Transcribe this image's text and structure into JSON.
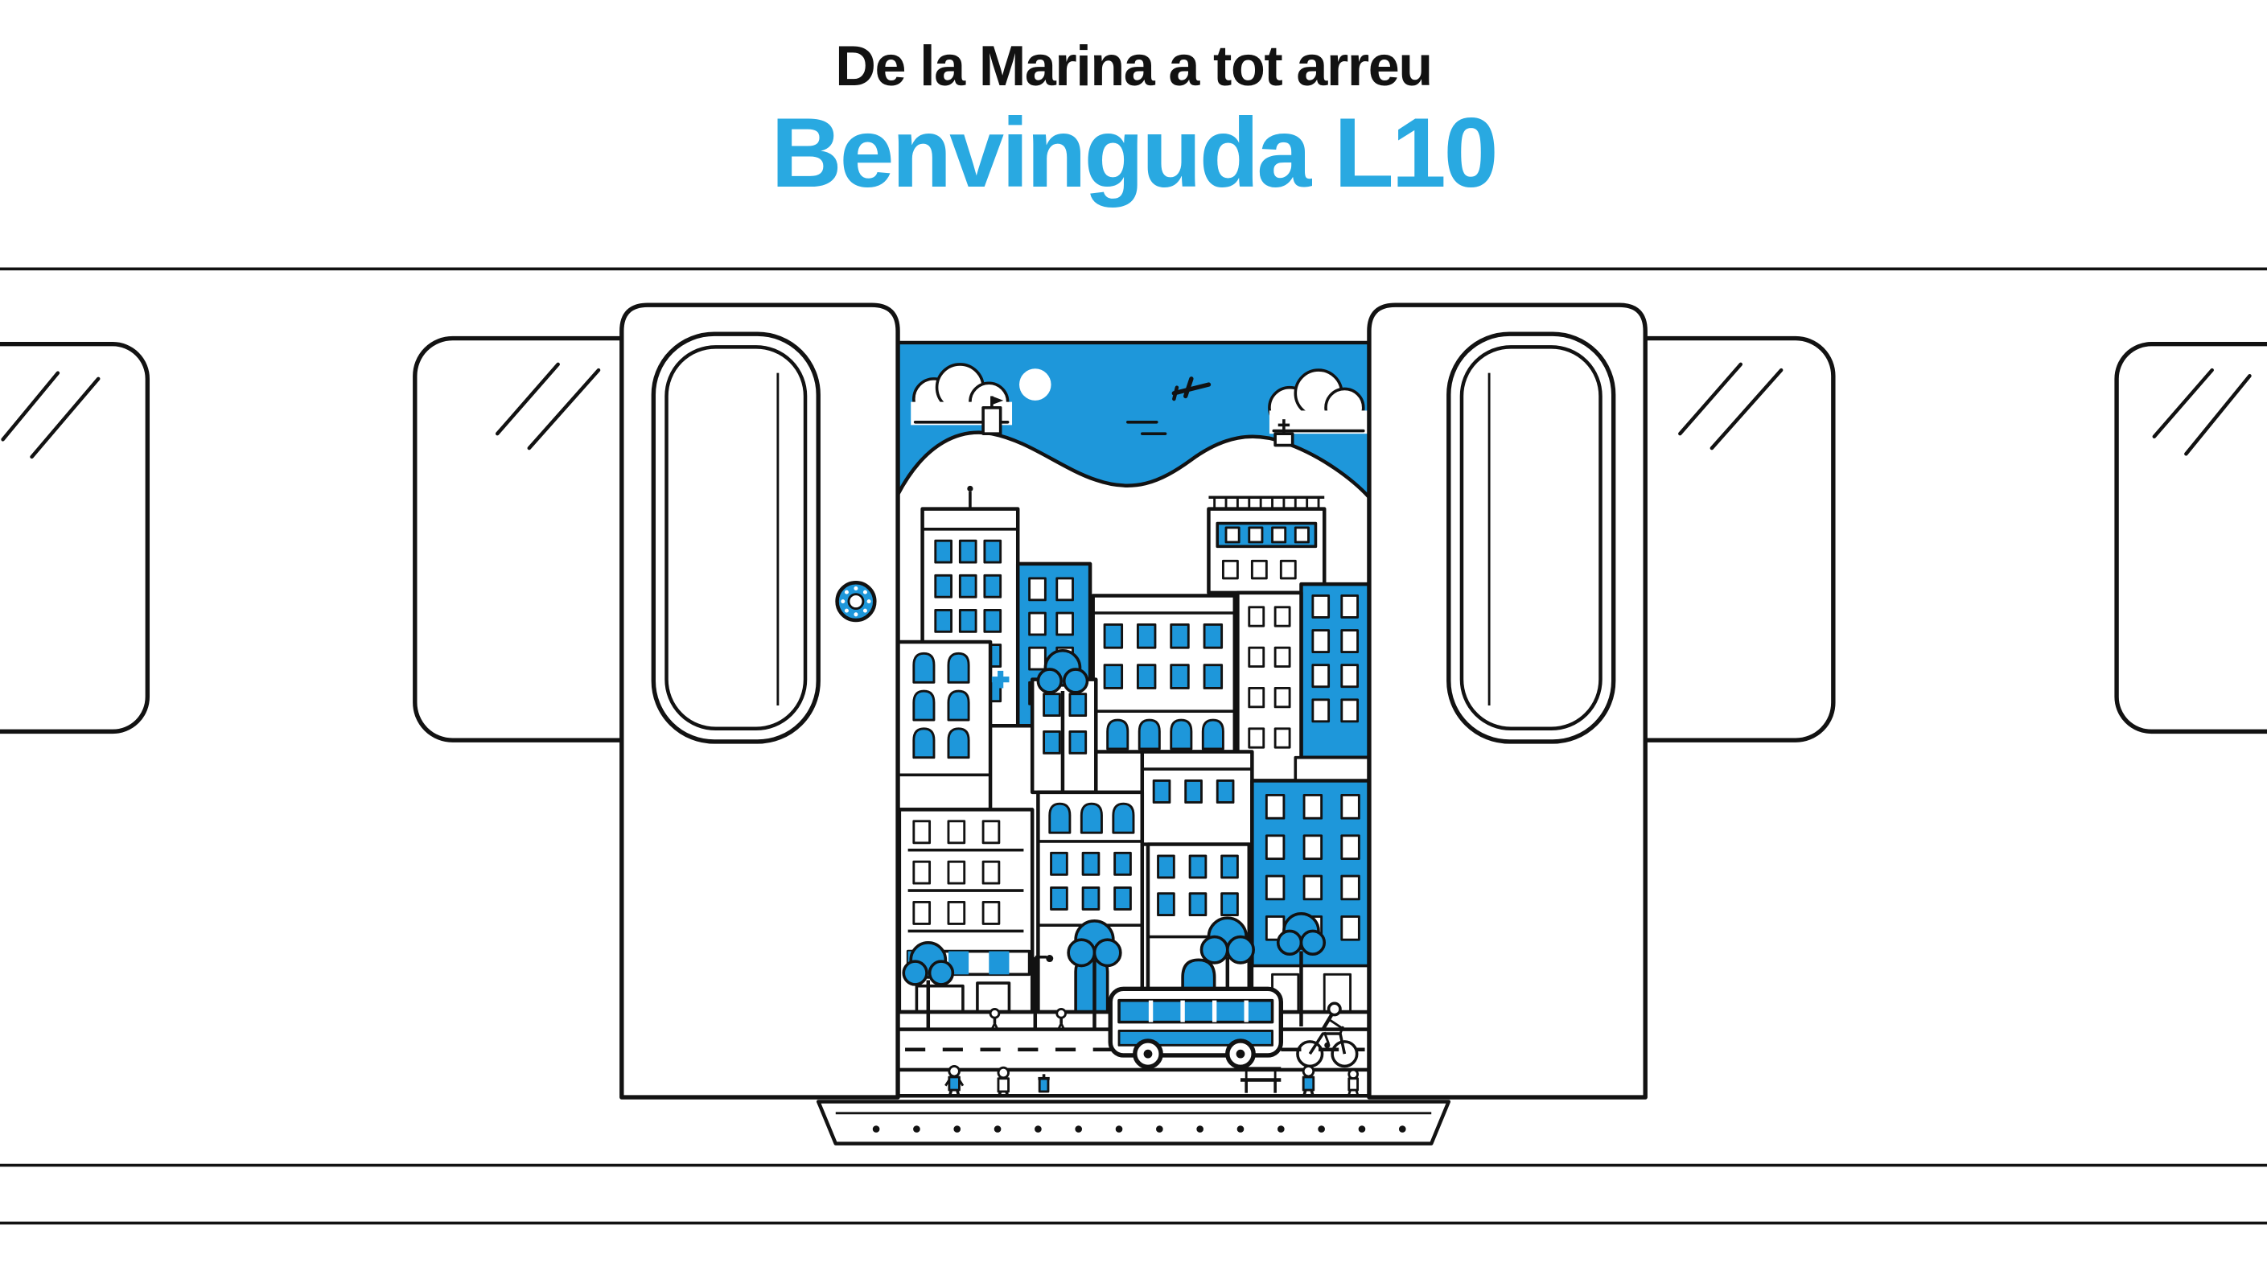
{
  "header": {
    "subtitle": "De la Marina a tot arreu",
    "title": "Benvinguda L10"
  },
  "colors": {
    "ink": "#121212",
    "accent": "#29A9E1",
    "blue": "#1E97DA",
    "bg": "#FFFFFF"
  },
  "illustration": {
    "scene": "metro-train-open-doors-cityscape",
    "elements": [
      "train-window",
      "sliding-door",
      "door-open-button",
      "sky",
      "sun",
      "airplane",
      "clouds",
      "hills",
      "castle",
      "buildings",
      "trees",
      "street",
      "bus",
      "cyclist",
      "pedestrians",
      "bench",
      "street-lamp",
      "door-threshold-plate"
    ]
  }
}
